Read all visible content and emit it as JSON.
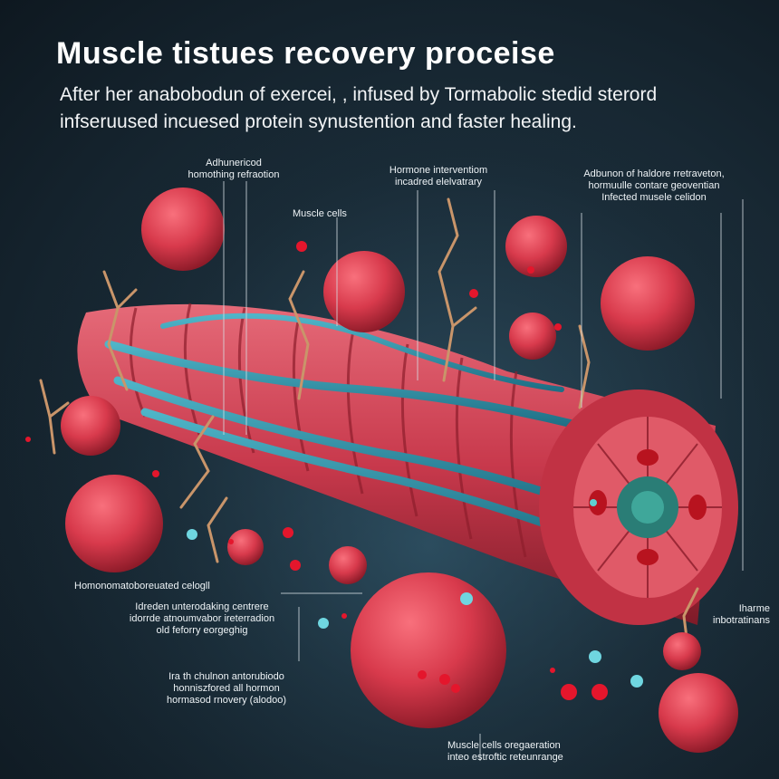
{
  "title": "Muscle tistues recovery proceise",
  "subtitle": "After her anabobodun of exercei, , infused by Tormabolic stedid sterord infseruused incuesed protein synustention and faster healing.",
  "labels": {
    "top_left": "Adhunericod\nhomothing refraotion",
    "muscle_cells": "Muscle cells",
    "hormone_center": "Hormone interventiom\nincadred elelvatrary",
    "top_right": "Adbunon of haldore rretraveton,\nhormuulle contare geoventian\nInfected musele celidon",
    "left_mid": "Homonomatoboreuated celogll",
    "left_lower": "Idreden unterodaking centrere\nidorrde atnoumvabor ireterradion\nold feforry eorgeghig",
    "left_bottom": "Ira th chulnon antorubiodo\nhonniszfored all hormon\nhormasod rnovery (alodoo)",
    "right_hormone": "Iharme\ninbotratinans",
    "bottom_center": "Muscle cells oregaeration\ninteo estroftic reteunrange"
  },
  "colors": {
    "background": "#1a2c38",
    "muscle_red": "#d23f4f",
    "fiber_teal": "#2a8fa6",
    "nerve_tan": "#c9956a",
    "dot_red": "#e4162c",
    "dot_teal": "#5fd0d0"
  }
}
